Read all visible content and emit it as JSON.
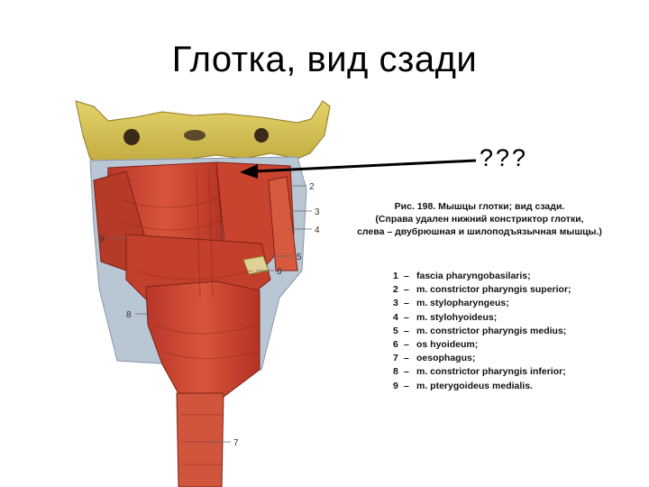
{
  "slide": {
    "title": "Глотка, вид сзади",
    "question_marks": "???"
  },
  "figure": {
    "caption_lines": [
      "Рис. 198. Мышцы глотки; вид сзади.",
      "(Справа удален нижний констриктор глотки,",
      "слева – двубрюшная и шилоподъязычная мышцы.)"
    ],
    "legend": [
      {
        "num": "1",
        "dash": "–",
        "text": "fascia pharyngobasilaris;"
      },
      {
        "num": "2",
        "dash": "–",
        "text": "m. constrictor pharyngis superior;"
      },
      {
        "num": "3",
        "dash": "–",
        "text": "m. stylopharyngeus;"
      },
      {
        "num": "4",
        "dash": "–",
        "text": "m. stylohyoideus;"
      },
      {
        "num": "5",
        "dash": "–",
        "text": "m. constrictor pharyngis medius;"
      },
      {
        "num": "6",
        "dash": "–",
        "text": "os hyoideum;"
      },
      {
        "num": "7",
        "dash": "–",
        "text": "oesophagus;"
      },
      {
        "num": "8",
        "dash": "–",
        "text": "m. constrictor pharyngis inferior;"
      },
      {
        "num": "9",
        "dash": "–",
        "text": "m. pterygoideus medialis."
      }
    ],
    "callouts": [
      "2",
      "3",
      "4",
      "5",
      "6",
      "7",
      "8",
      "9"
    ]
  },
  "colors": {
    "bone": "#d8c55a",
    "muscle": "#c8432e",
    "muscle_dark": "#9e2c1e",
    "fascia": "#b9c6d4",
    "arrow": "#000000"
  }
}
